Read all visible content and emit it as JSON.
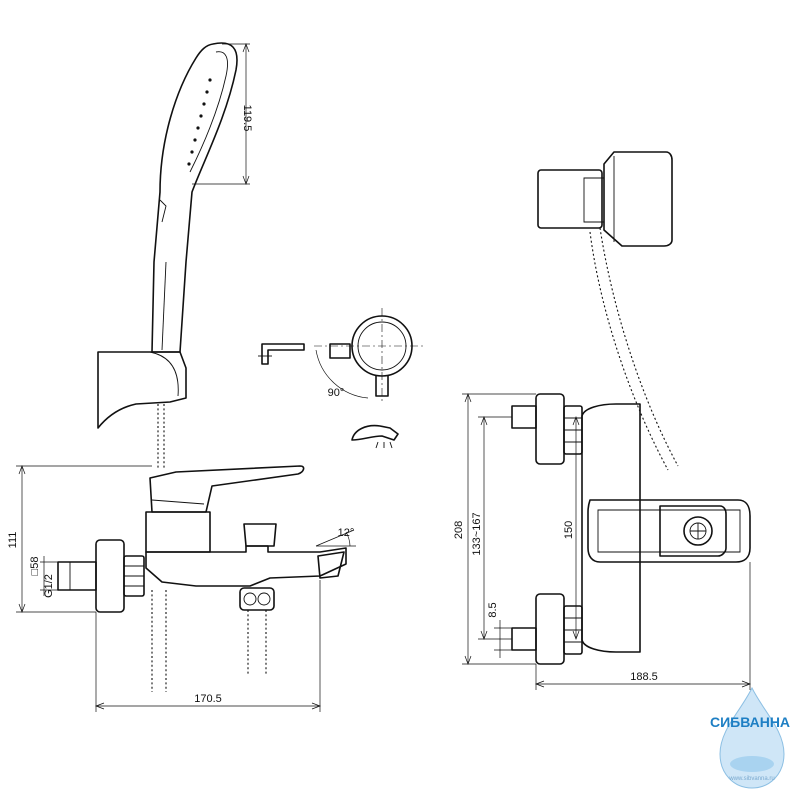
{
  "dimensions": {
    "handshower_length": "119.5",
    "overall_height": "111",
    "outlet_diameter": "□58",
    "thread": "G1/2",
    "spout_angle": "12°",
    "rotation_angle": "90°",
    "overall_width_front": "170.5",
    "height_outer": "208",
    "center_distance_range": "133~167",
    "center_distance": "150",
    "offset": "8.5",
    "overall_width_top": "188.5"
  },
  "watermark": {
    "brand": "СИБВАННА",
    "url": "www.sibvanna.ru"
  }
}
